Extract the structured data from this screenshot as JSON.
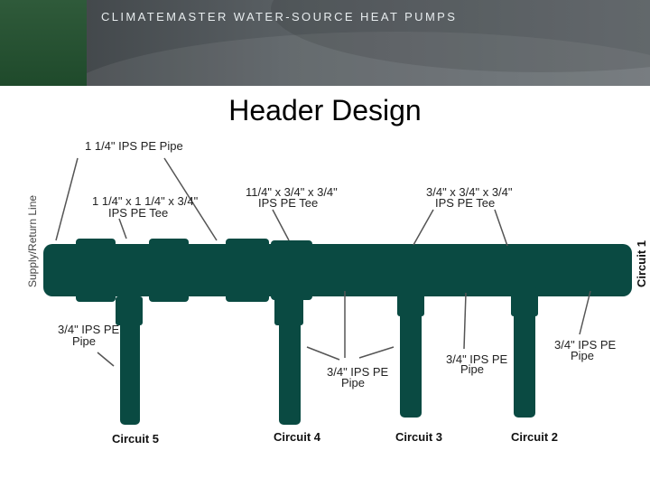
{
  "header": {
    "brand": "CLIMATEMASTER WATER-SOURCE HEAT PUMPS"
  },
  "slide": {
    "title": "Header Design"
  },
  "diagram": {
    "pipe_color": "#0a4a42",
    "side_label": "Supply/Return Line",
    "labels": {
      "pipe_main": "1 1/4\" IPS PE Pipe",
      "tee_a_line1": "1 1/4\" x 1 1/4\" x 3/4\"",
      "tee_a_line2": "IPS PE Tee",
      "tee_b_line1": "11/4\" x 3/4\" x 3/4\"",
      "tee_b_line2": "IPS PE Tee",
      "tee_c_line1": "3/4\" x 3/4\" x 3/4\"",
      "tee_c_line2": "IPS PE Tee",
      "pipe_left_line1": "3/4\" IPS PE",
      "pipe_left_line2": "Pipe",
      "pipe_mid_line1": "3/4\" IPS PE",
      "pipe_mid_line2": "Pipe",
      "pipe_c3_line1": "3/4\" IPS PE",
      "pipe_c3_line2": "Pipe",
      "pipe_right_line1": "3/4\" IPS PE",
      "pipe_right_line2": "Pipe"
    },
    "circuits": {
      "c1": "Circuit 1",
      "c2": "Circuit 2",
      "c3": "Circuit 3",
      "c4": "Circuit 4",
      "c5": "Circuit 5"
    }
  }
}
